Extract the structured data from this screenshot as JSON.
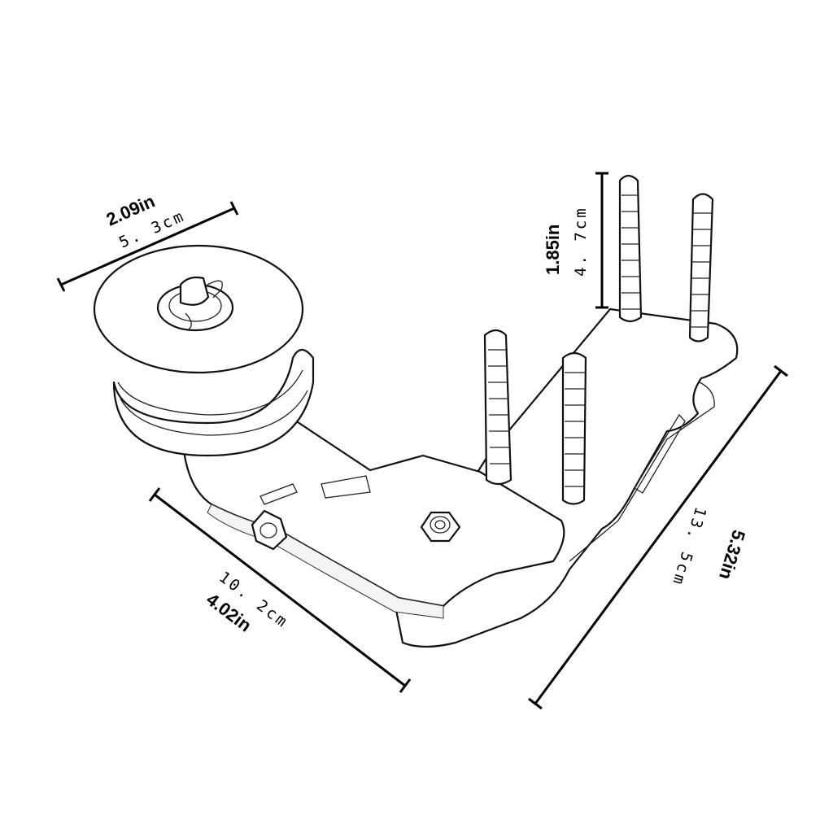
{
  "dimensions": {
    "pulley_diameter": {
      "imperial": "2.09in",
      "metric": "5. 3cm"
    },
    "stud_height": {
      "imperial": "1.85in",
      "metric": "4. 7cm"
    },
    "arm_length": {
      "imperial": "4.02in",
      "metric": "10. 2cm"
    },
    "bracket_length": {
      "imperial": "5.32in",
      "metric": "13. 5cm"
    }
  },
  "colors": {
    "line": "#000000",
    "background": "#ffffff"
  }
}
